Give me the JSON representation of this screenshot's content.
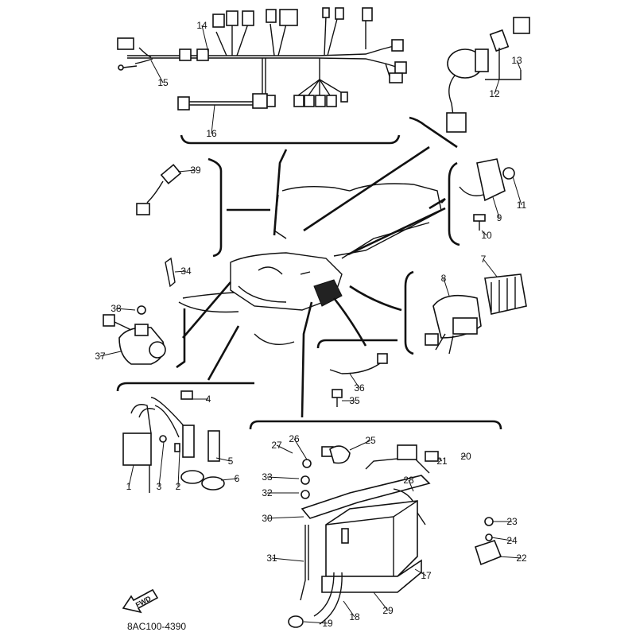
{
  "diagram": {
    "code": "8AC100-4390",
    "fwd_label": "FWD",
    "callouts": [
      "1",
      "2",
      "3",
      "4",
      "5",
      "6",
      "7",
      "8",
      "9",
      "10",
      "11",
      "12",
      "13",
      "14",
      "15",
      "16",
      "17",
      "18",
      "19",
      "20",
      "21",
      "22",
      "23",
      "24",
      "25",
      "26",
      "27",
      "28",
      "29",
      "30",
      "31",
      "32",
      "33",
      "34",
      "35",
      "36",
      "37",
      "38",
      "39"
    ]
  }
}
